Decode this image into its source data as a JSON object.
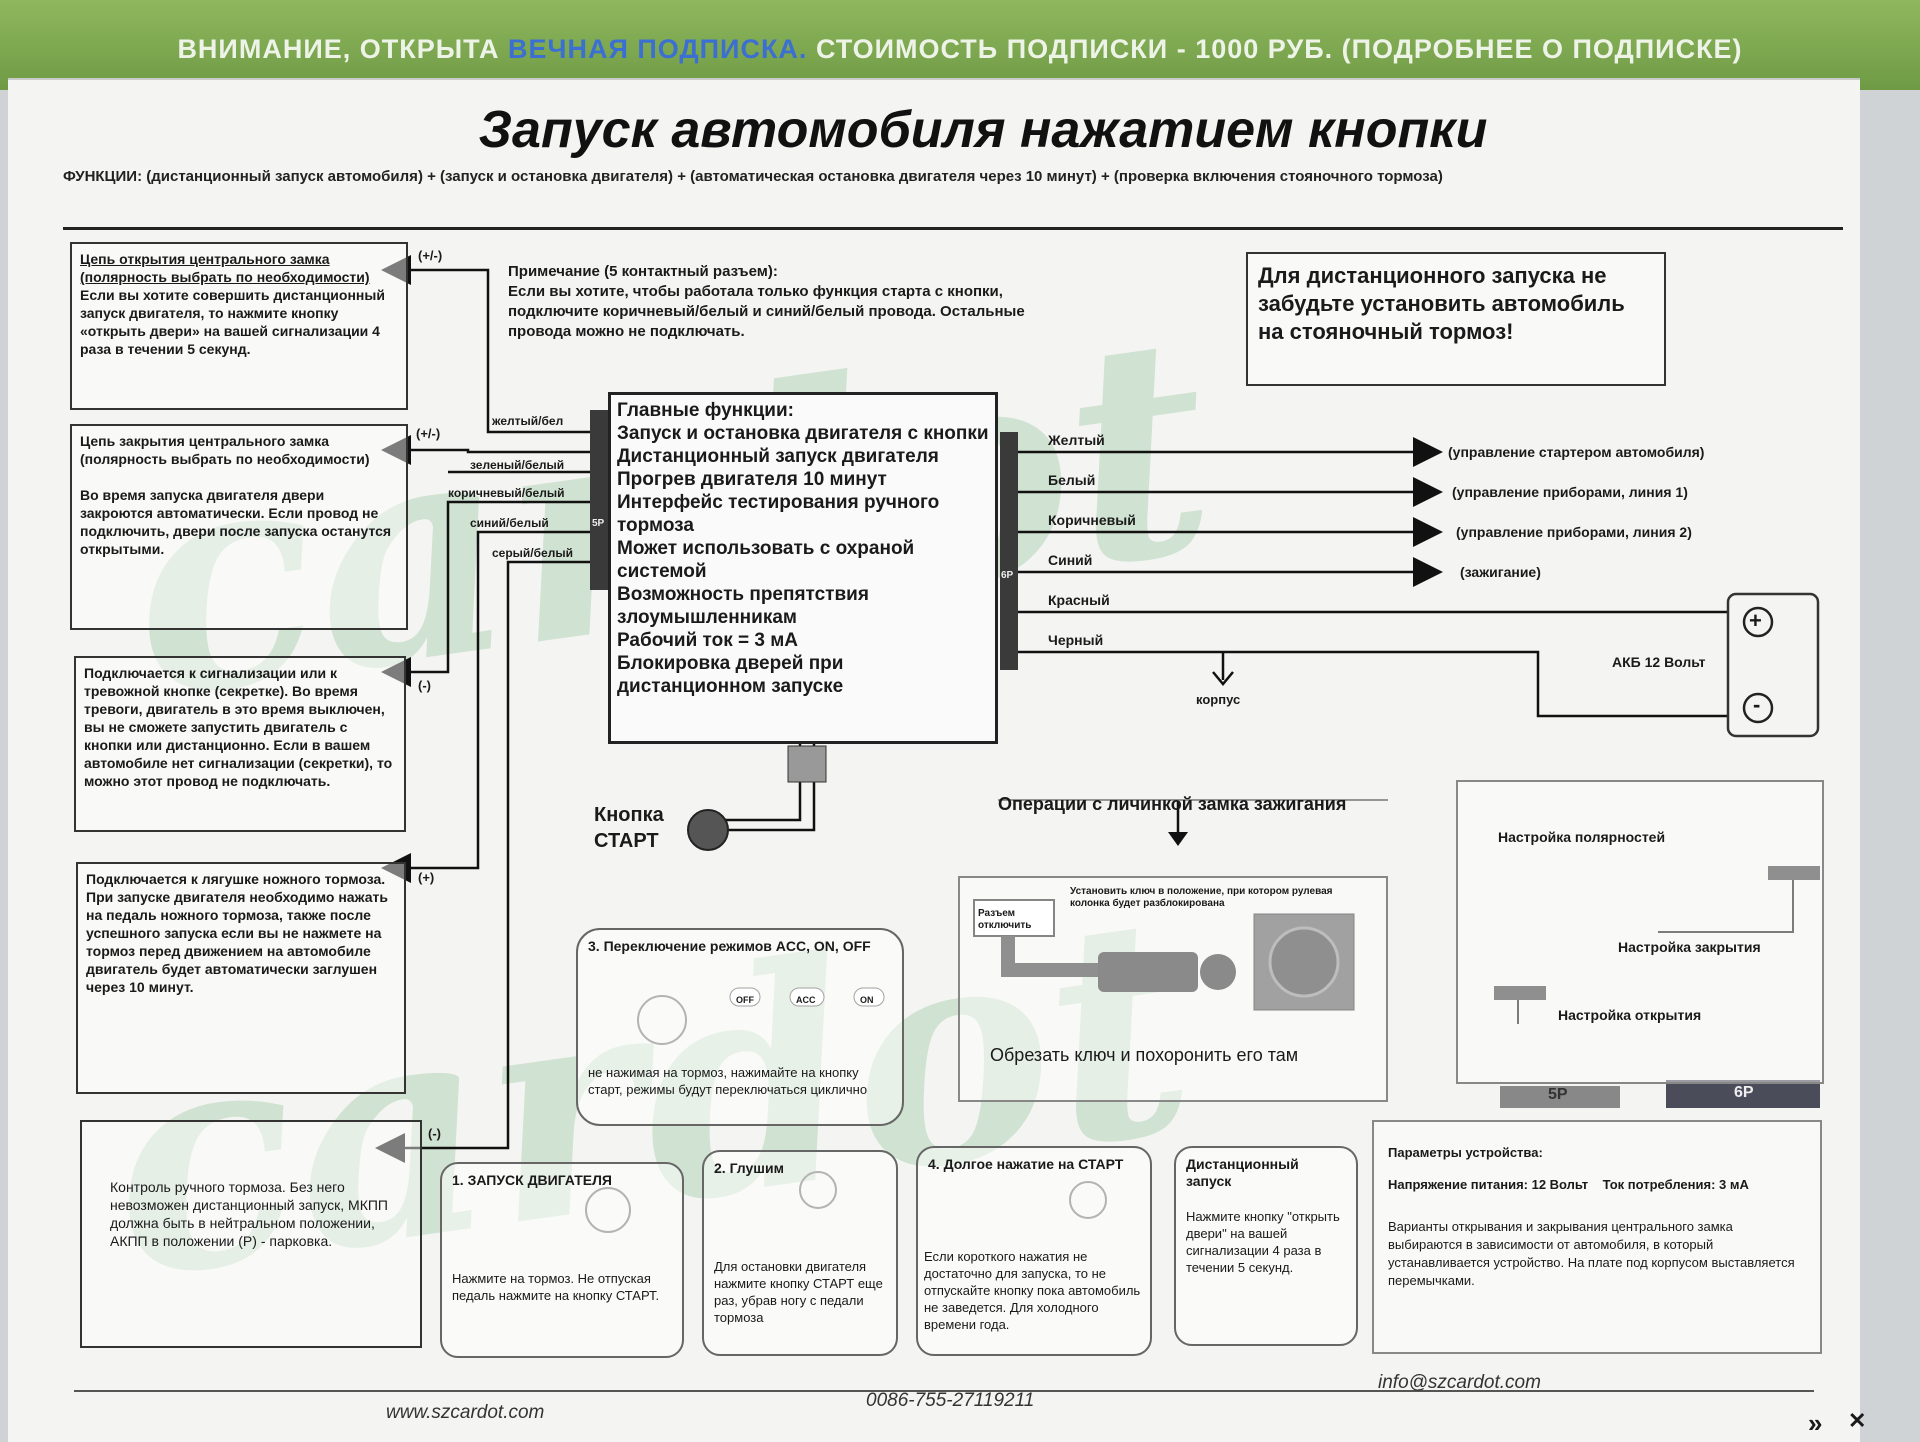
{
  "banner": {
    "part1": "ВНИМАНИЕ, ОТКРЫТА ",
    "highlight": "ВЕЧНАЯ ПОДПИСКА.",
    "part2": " СТОИМОСТЬ ПОДПИСКИ - 1000 РУБ. (ПОДРОБНЕЕ О ПОДПИСКЕ)"
  },
  "doc": {
    "title": "Запуск автомобиля нажатием кнопки",
    "functions": "ФУНКЦИИ: (дистанционный запуск автомобиля) + (запуск и остановка двигателя) + (автоматическая остановка двигателя через 10 минут) + (проверка включения стояночного тормоза)",
    "watermark": "cardot"
  },
  "left_boxes": [
    {
      "title": "Цепь открытия центрального замка (полярность выбрать по необходимости)",
      "body": "Если вы хотите совершить дистанционный запуск двигателя, то нажмите кнопку «открыть двери» на вашей сигнализации 4 раза в течении 5 секунд.",
      "polarity": "(+/-)"
    },
    {
      "title": "Цепь закрытия центрального замка (полярность выбрать по необходимости)",
      "body": "Во время запуска двигателя двери закроются автоматически. Если провод не подключить, двери после запуска останутся открытыми.",
      "polarity": "(+/-)"
    },
    {
      "title": "",
      "body": "Подключается к сигнализации или к тревожной кнопке (секретке). Во время тревоги, двигатель в это время выключен, вы не сможете запустить двигатель с кнопки или дистанционно. Если в вашем автомобиле нет сигнализации (секретки), то можно этот провод не подключать.",
      "polarity": "(-)"
    },
    {
      "title": "",
      "body": "Подключается к лягушке ножного тормоза. При запуске двигателя необходимо нажать на педаль ножного тормоза, также после успешного запуска если вы не нажмете на тормоз перед движением на автомобиле двигатель будет автоматически заглушен через 10 минут.",
      "polarity": "(+)"
    },
    {
      "title": "",
      "body": "Контроль ручного тормоза. Без него невозможен дистанционный запуск, МКПП должна быть в нейтральном положении, АКПП в положении (P) - парковка.",
      "polarity": "(-)"
    }
  ],
  "note": {
    "title": "Примечание (5 контактный разъем):",
    "body": "Если вы хотите, чтобы работала только функция старта с кнопки, подключите коричневый/белый и синий/белый провода. Остальные провода можно не подключать."
  },
  "warning": "Для дистанционного запуска не забудьте установить автомобиль на стояночный тормоз!",
  "main_functions": {
    "heading": "Главные функции:",
    "items": [
      "Запуск и остановка двигателя с кнопки",
      "Дистанционный запуск двигателя",
      "Прогрев двигателя 10 минут",
      "Интерфейс тестирования ручного тормоза",
      "Может использовать с охраной системой",
      "Возможность препятствия злоумышленникам",
      "Рабочий ток = 3 мА",
      "Блокировка дверей при дистанционном запуске"
    ],
    "connector_left": "5P",
    "connector_right": "6P"
  },
  "left_wires": [
    "желтый/бел",
    "зеленый/белый",
    "коричневый/белый",
    "синий/белый",
    "серый/белый"
  ],
  "right_wires": [
    {
      "color": "Желтый",
      "purpose": "(управление стартером автомобиля)"
    },
    {
      "color": "Белый",
      "purpose": "(управление приборами, линия 1)"
    },
    {
      "color": "Коричневый",
      "purpose": "(управление приборами, линия 2)"
    },
    {
      "color": "Синий",
      "purpose": "(зажигание)"
    },
    {
      "color": "Красный",
      "purpose": ""
    },
    {
      "color": "Черный",
      "purpose": ""
    }
  ],
  "battery": {
    "label": "АКБ 12 Вольт",
    "plus": "+",
    "minus": "-"
  },
  "ground": "корпус",
  "start_button": "Кнопка СТАРТ",
  "ignition": {
    "heading": "Операции с личинкой замка зажигания",
    "hint": "Установить ключ в положение, при котором рулевая колонка будет разблокирована",
    "connector": "Разъем отключить",
    "caption": "Обрезать ключ и похоронить его там"
  },
  "polarity_panel": {
    "title": "Настройка полярностей",
    "close": "Настройка закрытия",
    "open": "Настройка открытия",
    "p5": "5P",
    "p6": "6P"
  },
  "modes": {
    "title": "3. Переключение режимов ACC, ON, OFF",
    "states": [
      "OFF",
      "ACC",
      "ON"
    ],
    "body": "не нажимая на тормоз, нажимайте на кнопку старт, режимы будут переключаться циклично"
  },
  "steps": [
    {
      "title": "1. ЗАПУСК ДВИГАТЕЛЯ",
      "body": "Нажмите на тормоз. Не отпуская педаль нажмите на кнопку СТАРТ."
    },
    {
      "title": "2. Глушим",
      "body": "Для остановки двигателя нажмите кнопку СТАРТ еще раз, убрав ногу с педали тормоза"
    },
    {
      "title": "4. Долгое нажатие на СТАРТ",
      "body": "Если короткого нажатия не достаточно для запуска, то не отпускайте кнопку пока автомобиль не заведется. Для холодного времени года."
    },
    {
      "title": "Дистанционный запуск",
      "body": "Нажмите кнопку \"открыть двери\" на вашей сигнализации 4 раза в течении 5 секунд."
    }
  ],
  "params": {
    "title": "Параметры устройства:",
    "line1": "Напряжение питания: 12 Вольт    Ток потребления: 3 мА",
    "body": "Варианты открывания и закрывания центрального замка выбираются в зависимости от автомобиля, в который устанавливается устройство. На плате под корпусом выставляется перемычками."
  },
  "footer": {
    "site": "www.szcardot.com",
    "phone": "0086-755-27119211",
    "email": "info@szcardot.com"
  },
  "controls": {
    "next": "»",
    "close": "✕"
  }
}
